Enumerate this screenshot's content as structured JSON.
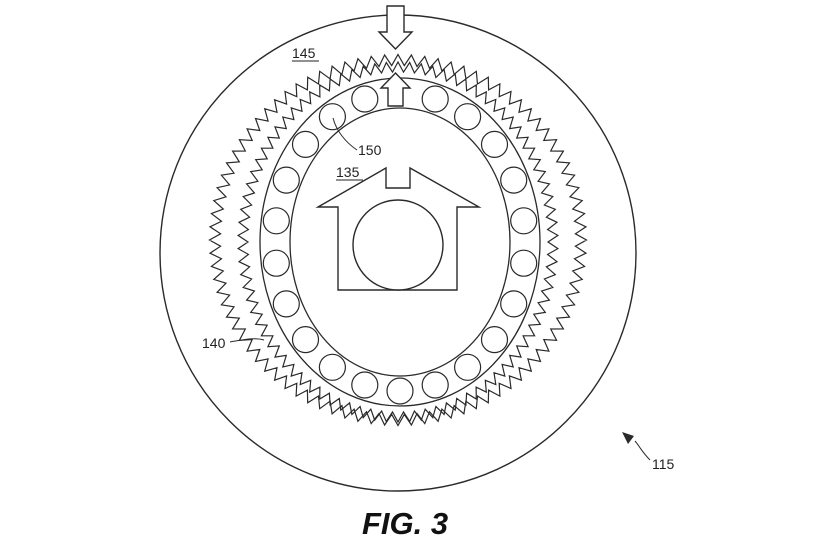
{
  "figure": {
    "caption": "FIG. 3",
    "labels": {
      "outer_housing": "115",
      "flexspline": "140",
      "circular_spline": "145",
      "wave_generator": "135",
      "bearing": "150"
    }
  },
  "colors": {
    "line": "#2a2a2a",
    "background": "#ffffff"
  }
}
